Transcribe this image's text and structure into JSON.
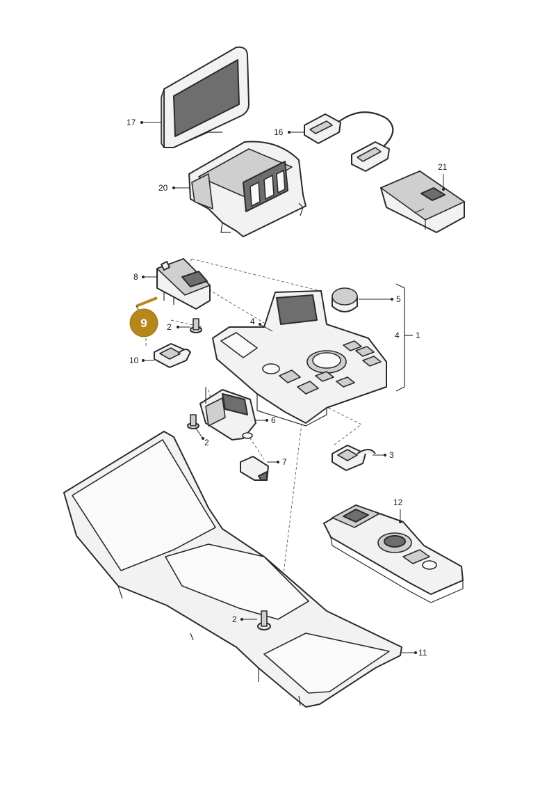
{
  "colors": {
    "highlight": "#b8871b",
    "line": "#2a2a2a",
    "fill": "#f2f2f2"
  },
  "callouts": {
    "c1": "1",
    "c2a": "2",
    "c2b": "2",
    "c2c": "2",
    "c3": "3",
    "c4a": "4",
    "c4b": "4",
    "c5": "5",
    "c6": "6",
    "c7": "7",
    "c8": "8",
    "c9": "9",
    "c10": "10",
    "c11": "11",
    "c12": "12",
    "c16": "16",
    "c17": "17",
    "c20": "20",
    "c21": "21"
  }
}
